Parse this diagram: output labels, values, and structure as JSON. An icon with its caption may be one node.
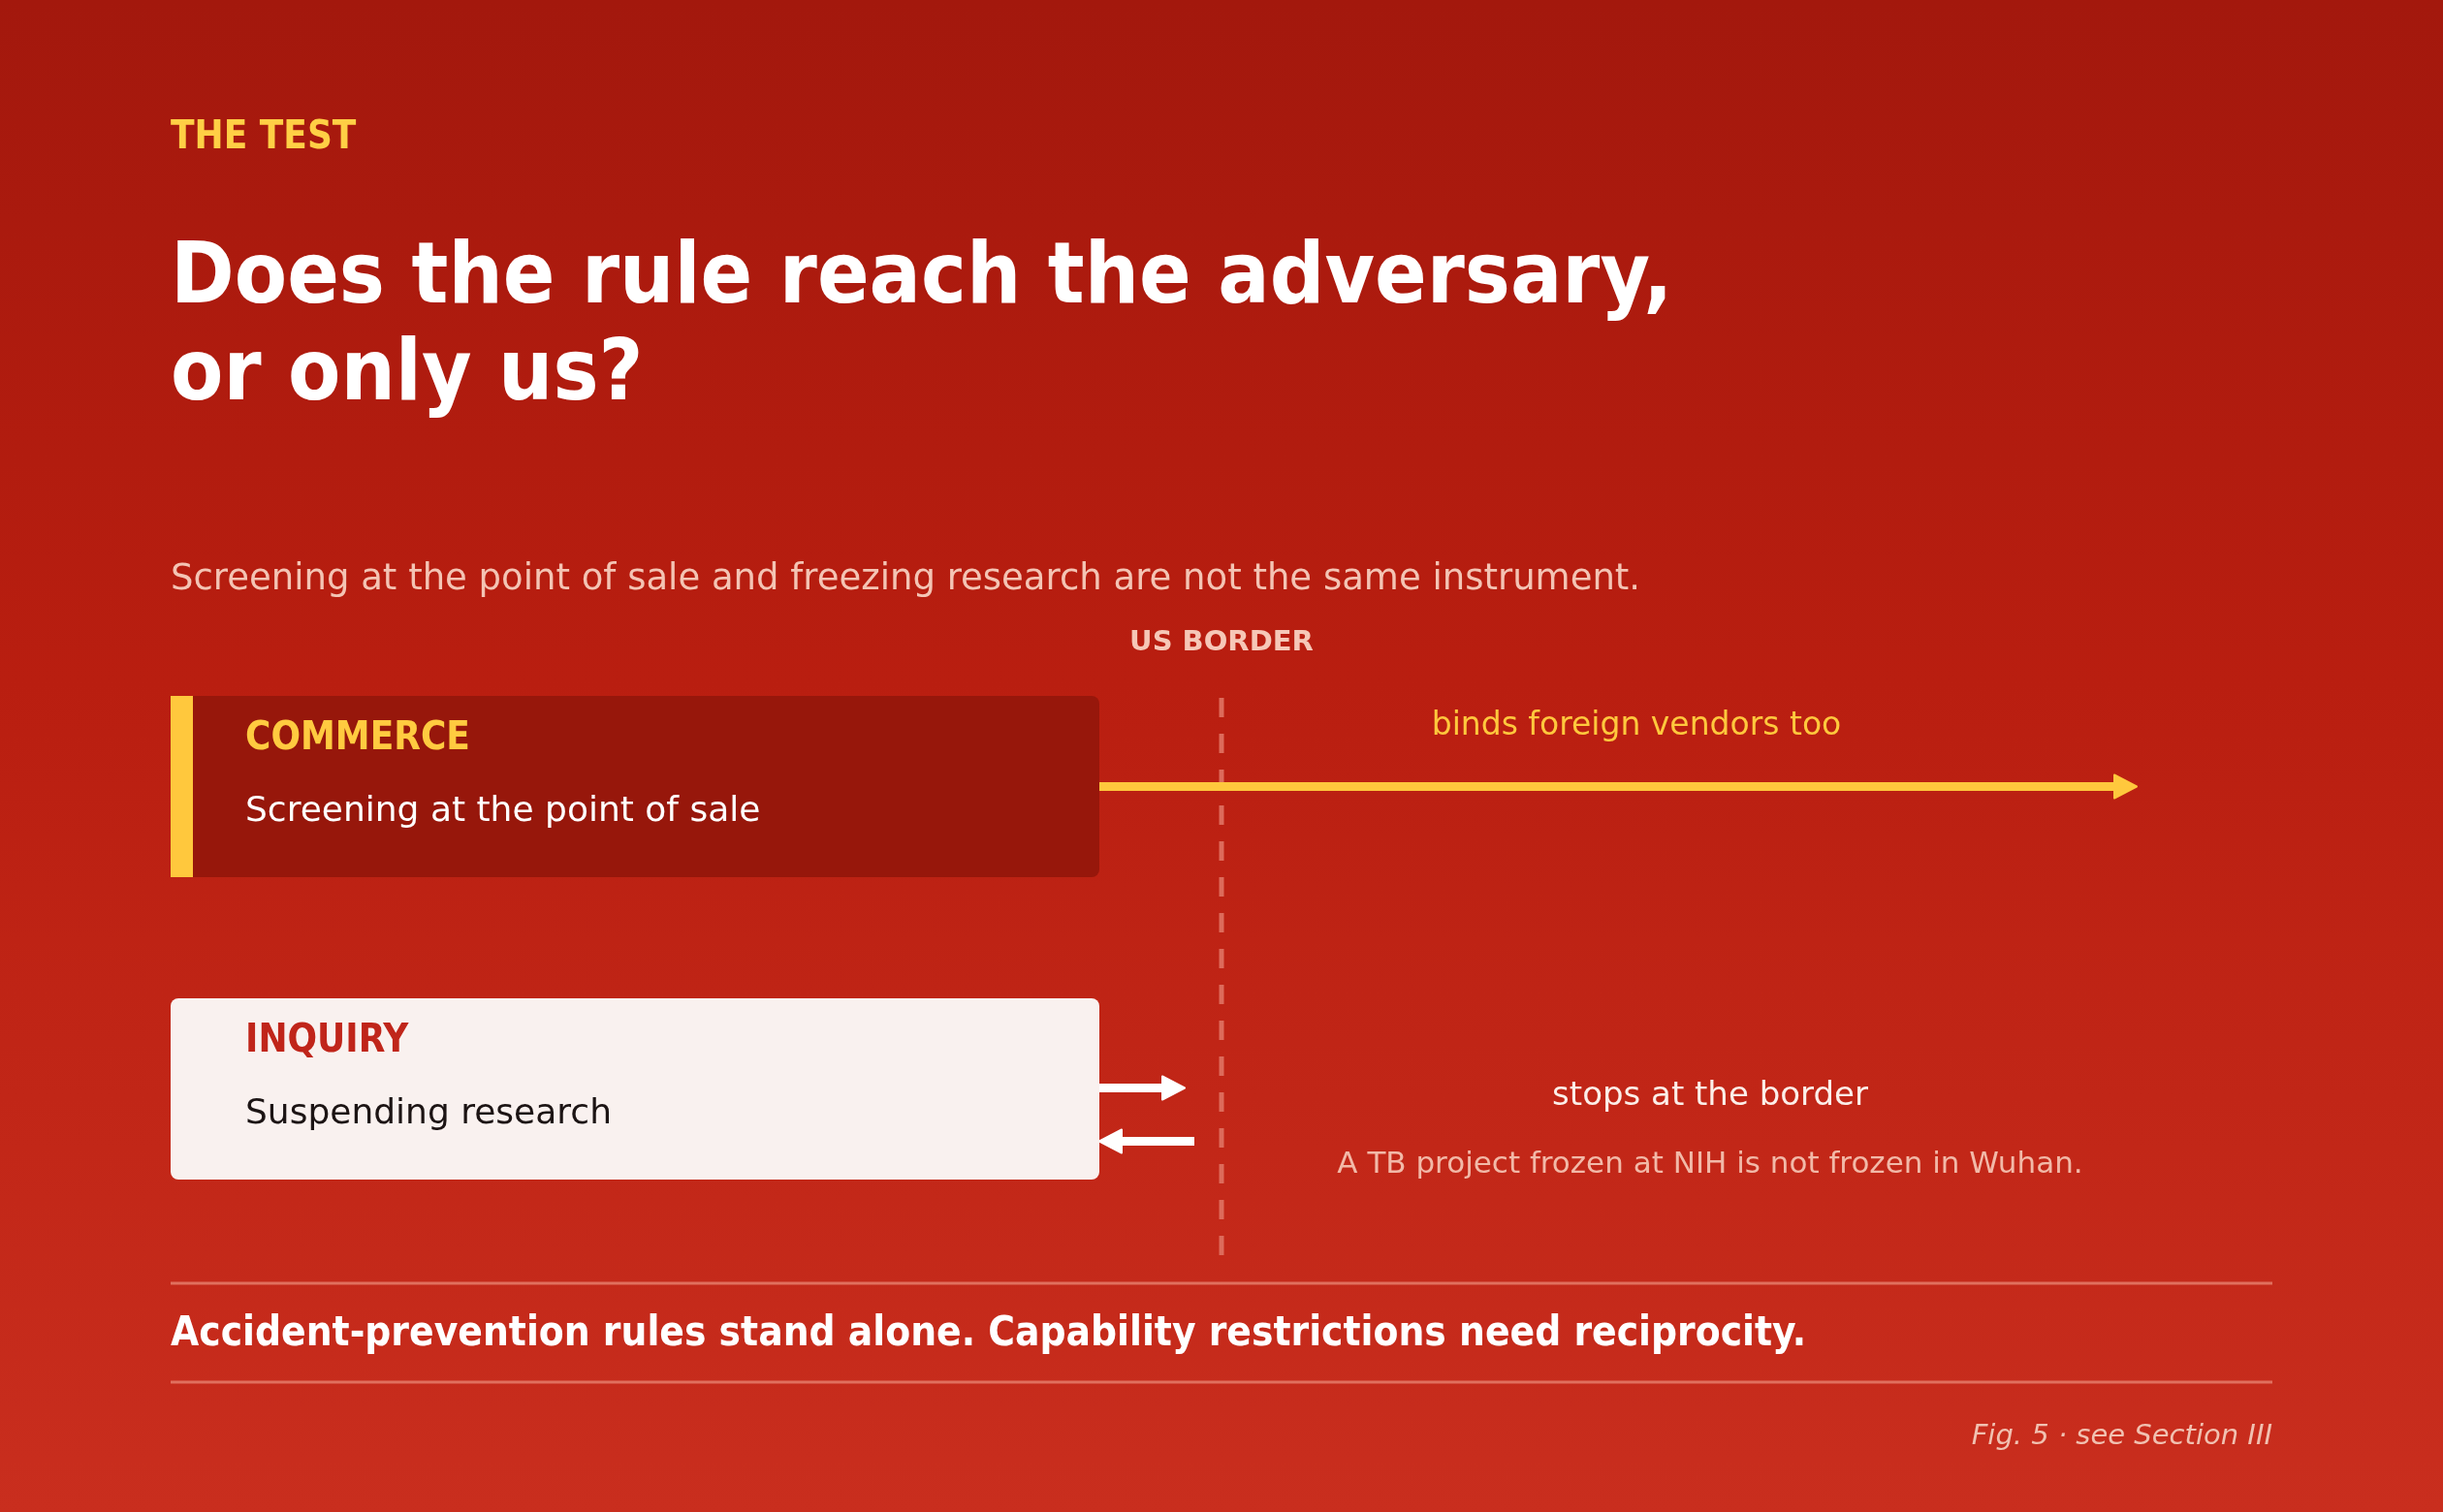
{
  "diagram": {
    "title": "Does the rule reach the adversary, or only us?",
    "caption": "Accident-prevention rules stand alone. Capability restrictions need reciprocity.",
    "nodes": [
      {
        "text": [
          "COMMERCE",
          "Screening at the point of sale"
        ]
      },
      {
        "text": [
          "INQUIRY",
          "Suspending research"
        ]
      }
    ],
    "edges": [
      {
        "from": 0,
        "to": null,
        "arrow": "to",
        "label": "binds foreign vendors too",
        "color": "#ffc83d"
      },
      {
        "from": 1,
        "to": null,
        "arrow": "to"
      },
      {
        "from": null,
        "to": 1,
        "arrow": "to"
      }
    ],
    "labels": [
      "THE TEST",
      "Screening at the point of sale and freezing research are not the same instrument.",
      "US BORDER",
      "stops at the border",
      "A TB project frozen at NIH is not frozen in Wuhan.",
      "Fig. 5 · see Section III"
    ]
  }
}
